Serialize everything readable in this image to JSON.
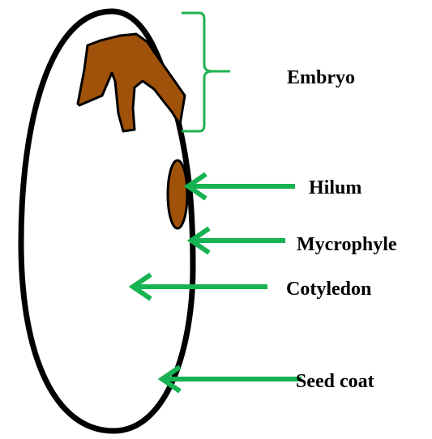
{
  "labels": {
    "embryo": "Embryo",
    "hilum": "Hilum",
    "mycrophyle": "Mycrophyle",
    "cotyledon": "Cotyledon",
    "seed_coat": "Seed coat"
  },
  "colors": {
    "seed_outline": "#000000",
    "embryo_fill": "#A0520A",
    "hilum_fill": "#A0520A",
    "arrow": "#17B251",
    "bracket": "#21B24F",
    "text": "#000000"
  }
}
